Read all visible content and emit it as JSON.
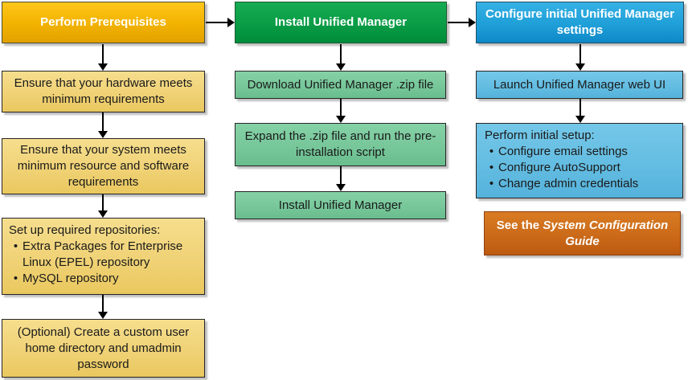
{
  "diagram": {
    "title_semantic": "Unified Manager installation workflow",
    "bullet_glyph": "•",
    "columns": [
      {
        "header": "Perform Prerequisites",
        "steps": {
          "hardware": "Ensure that your hardware meets minimum requirements",
          "system": "Ensure that your system meets minimum resource and software requirements",
          "repositories": {
            "intro": "Set up required repositories:",
            "bullets": [
              "Extra Packages for Enterprise Linux (EPEL) repository",
              "MySQL repository"
            ]
          },
          "custom_user": "(Optional) Create a custom user home directory and umadmin password"
        }
      },
      {
        "header": "Install Unified Manager",
        "steps": {
          "download": "Download Unified Manager .zip file",
          "expand": "Expand the .zip file and run the pre-installation script",
          "install": "Install Unified Manager"
        }
      },
      {
        "header": "Configure initial Unified Manager settings",
        "steps": {
          "launch": "Launch Unified Manager web UI",
          "initial_setup": {
            "intro": "Perform initial setup:",
            "bullets": [
              "Configure email settings",
              "Configure AutoSupport",
              "Change admin credentials"
            ]
          }
        }
      }
    ],
    "note": {
      "prefix": "See the",
      "italic_title": "System Configuration Guide"
    },
    "colors": {
      "gold_header": "#F2B200",
      "gold_body": "#F0D276",
      "green_header": "#0A9C46",
      "green_body": "#77C79A",
      "blue_header": "#1F9FD8",
      "blue_body": "#64BDE2",
      "orange_note": "#CB6A19",
      "arrow": "#000000",
      "header_text": "#FFFFFF",
      "body_text": "#1A1A1A"
    }
  }
}
